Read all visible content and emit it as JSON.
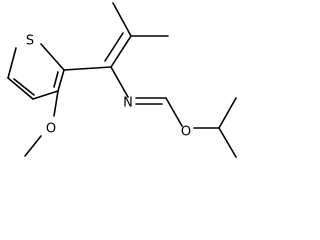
{
  "structure": {
    "atom_labels": {
      "sulfur": "S",
      "nitrogen": "N",
      "oxygen_methoxy": "O",
      "oxygen_ester": "O"
    },
    "bond_color": "#000000",
    "background": "#ffffff"
  }
}
